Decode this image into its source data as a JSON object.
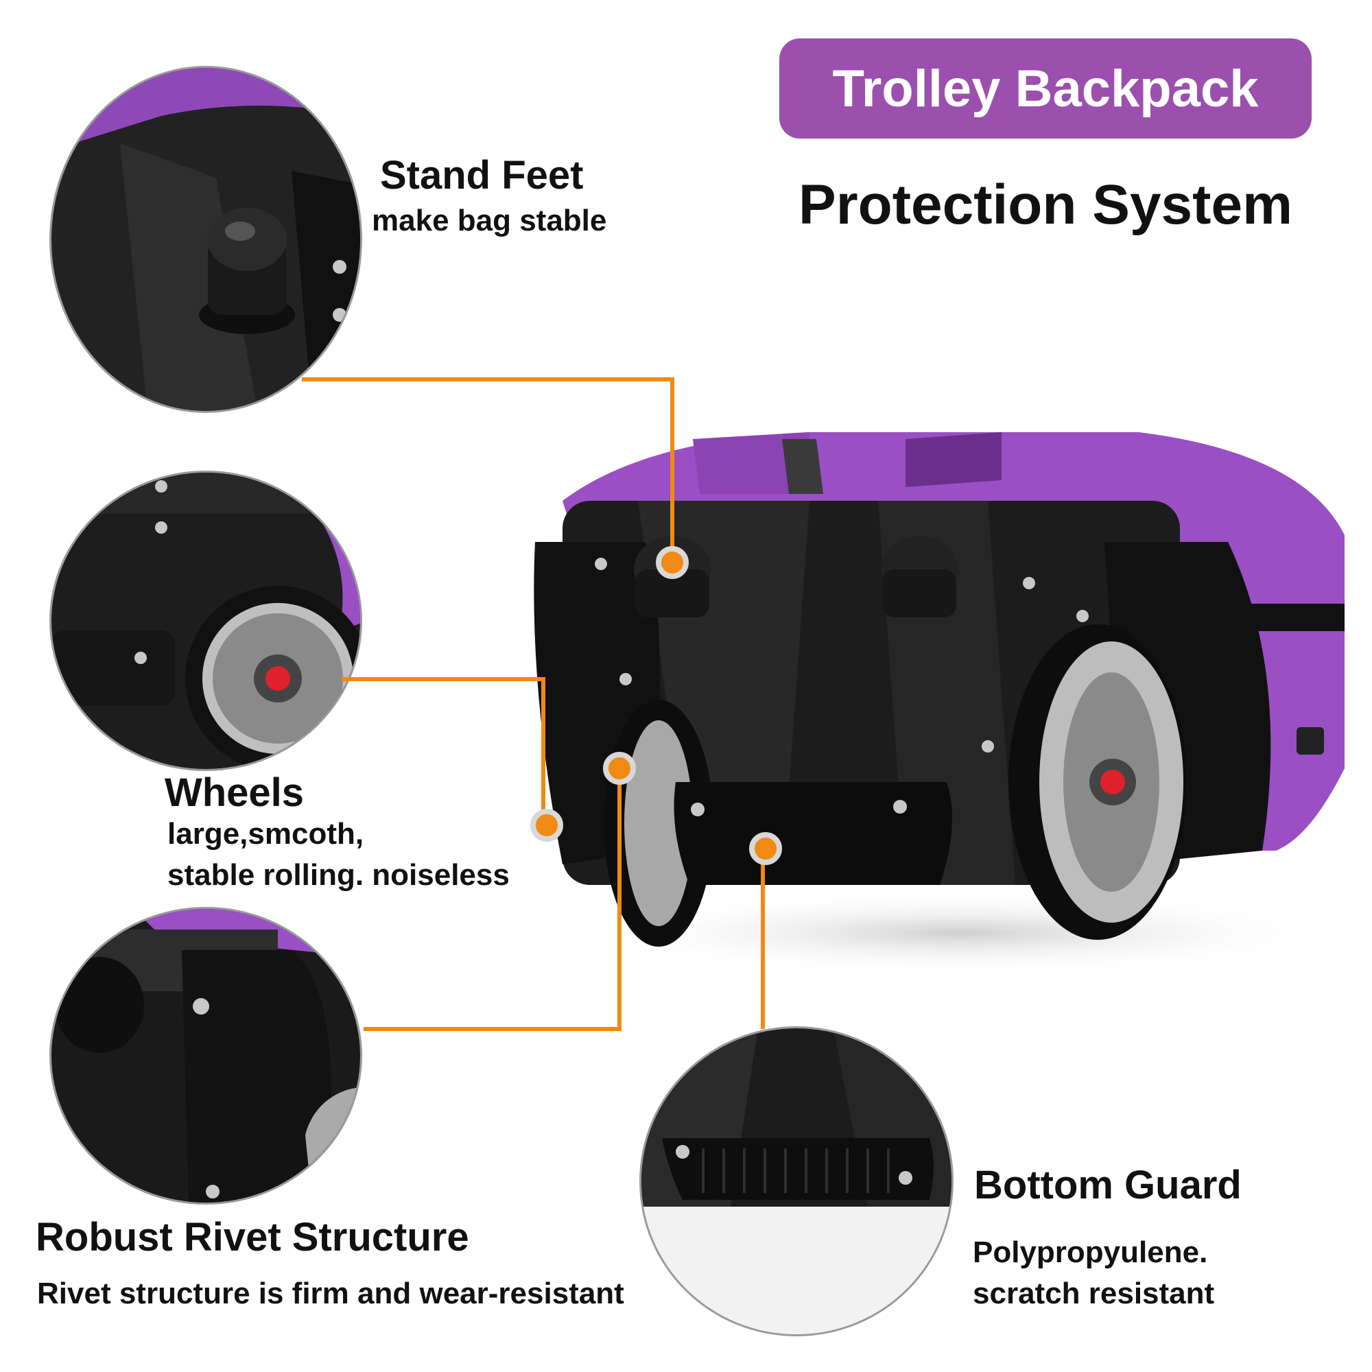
{
  "header": {
    "badge": "Trolley Backpack",
    "headline": "Protection System",
    "badge_color": "#9b50ad"
  },
  "features": {
    "stand_feet": {
      "title": "Stand Feet",
      "line1": "make bag stable"
    },
    "wheels": {
      "title": "Wheels",
      "line1": "large,smcoth,",
      "line2": "stable rolling. noiseless"
    },
    "rivets": {
      "title": "Robust Rivet Structure",
      "line1": "Rivet structure is firm and wear-resistant"
    },
    "bottom_guard": {
      "title": "Bottom Guard",
      "line1": "Polypropyulene.",
      "line2": "scratch resistant"
    }
  },
  "colors": {
    "callout_line": "#f08a14",
    "bag_purple": "#9a4fc4",
    "frame_black": "#1b1b1b"
  },
  "icons": [
    "stand-foot-closeup",
    "wheel-closeup",
    "rivet-closeup",
    "bottom-guard-closeup"
  ]
}
